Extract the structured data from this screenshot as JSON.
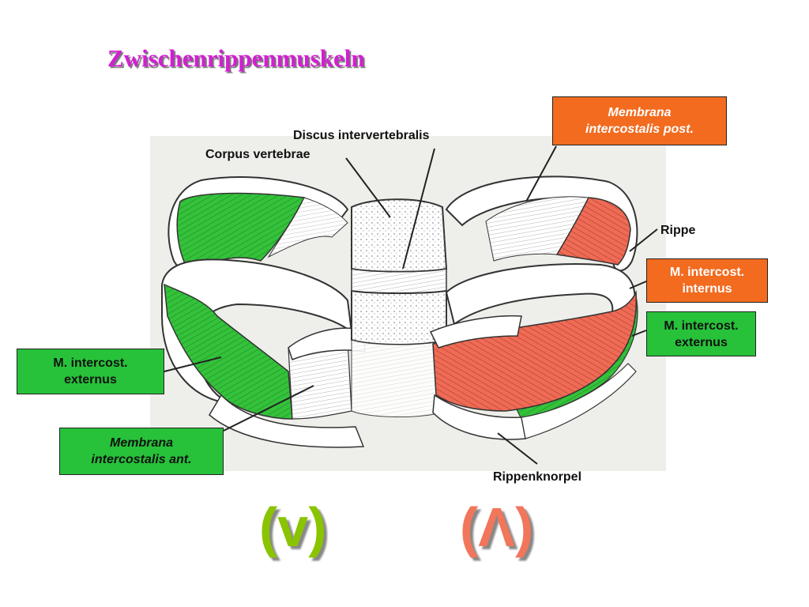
{
  "title": "Zwischenrippenmuskeln",
  "labels": {
    "discus": "Discus intervertebralis",
    "corpus": "Corpus vertebrae",
    "rippe": "Rippe",
    "rippenknorpel": "Rippenknorpel"
  },
  "boxes": {
    "membrana_post": [
      "Membrana",
      "intercostalis post."
    ],
    "internus": [
      "M. intercost.",
      "internus"
    ],
    "externus_right": [
      "M. intercost.",
      "externus"
    ],
    "externus_left": [
      "M. intercost.",
      "externus"
    ],
    "membrana_ant": [
      "Membrana",
      "intercostalis ant."
    ]
  },
  "markers": {
    "left": "(v)",
    "right": "(Λ)"
  },
  "colors": {
    "title": "#d31fd3",
    "orange_box": "#f26b1f",
    "green_box": "#27c23a",
    "external_muscle": "#33c23a",
    "internal_muscle": "#ef6b55"
  }
}
